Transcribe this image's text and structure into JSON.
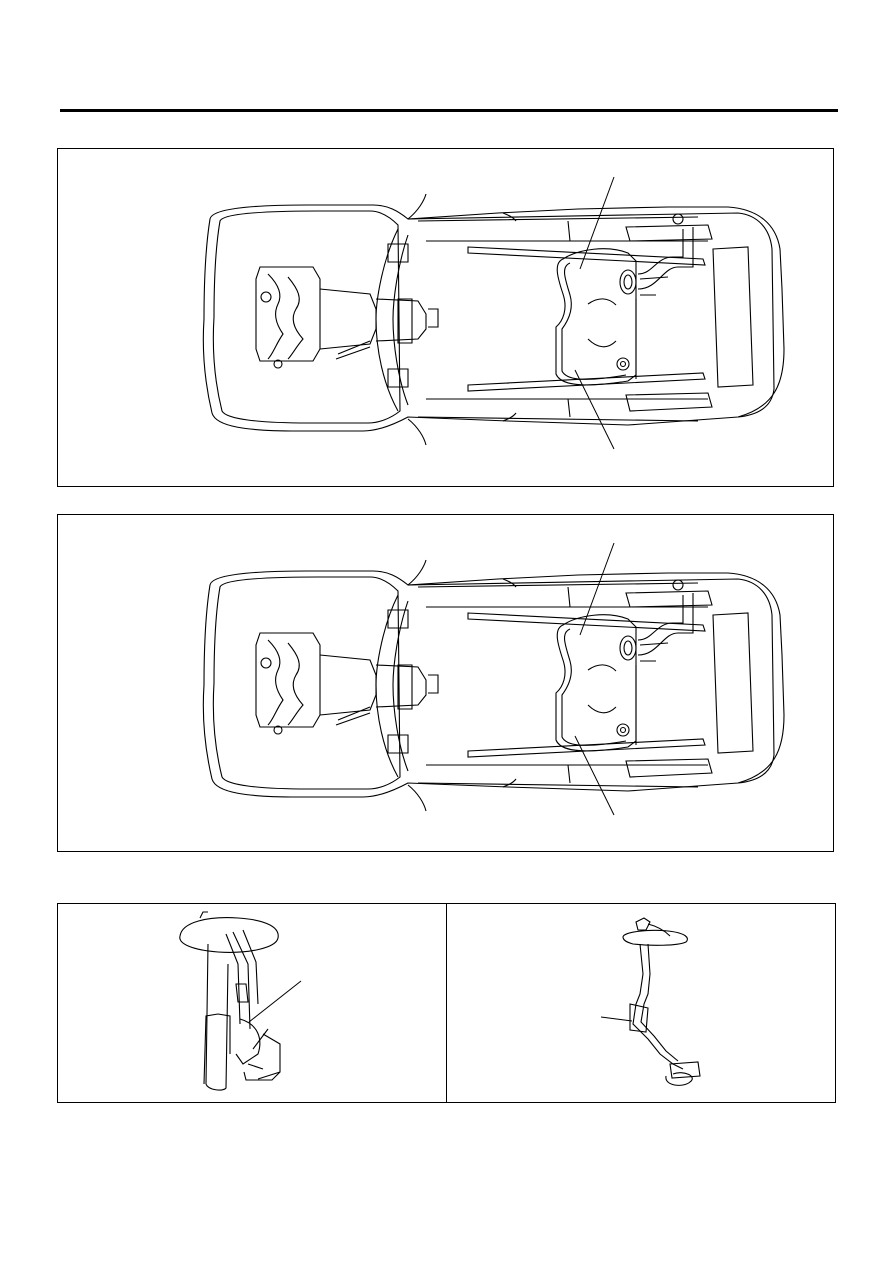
{
  "page": {
    "figures": [
      {
        "id": "fig-vehicle-bottom-1",
        "callouts": []
      },
      {
        "id": "fig-vehicle-bottom-2",
        "callouts": []
      },
      {
        "id": "fig-fuel-pump-and-sender",
        "callouts": []
      }
    ]
  },
  "colors": {
    "line": "#000000",
    "background": "#ffffff"
  }
}
